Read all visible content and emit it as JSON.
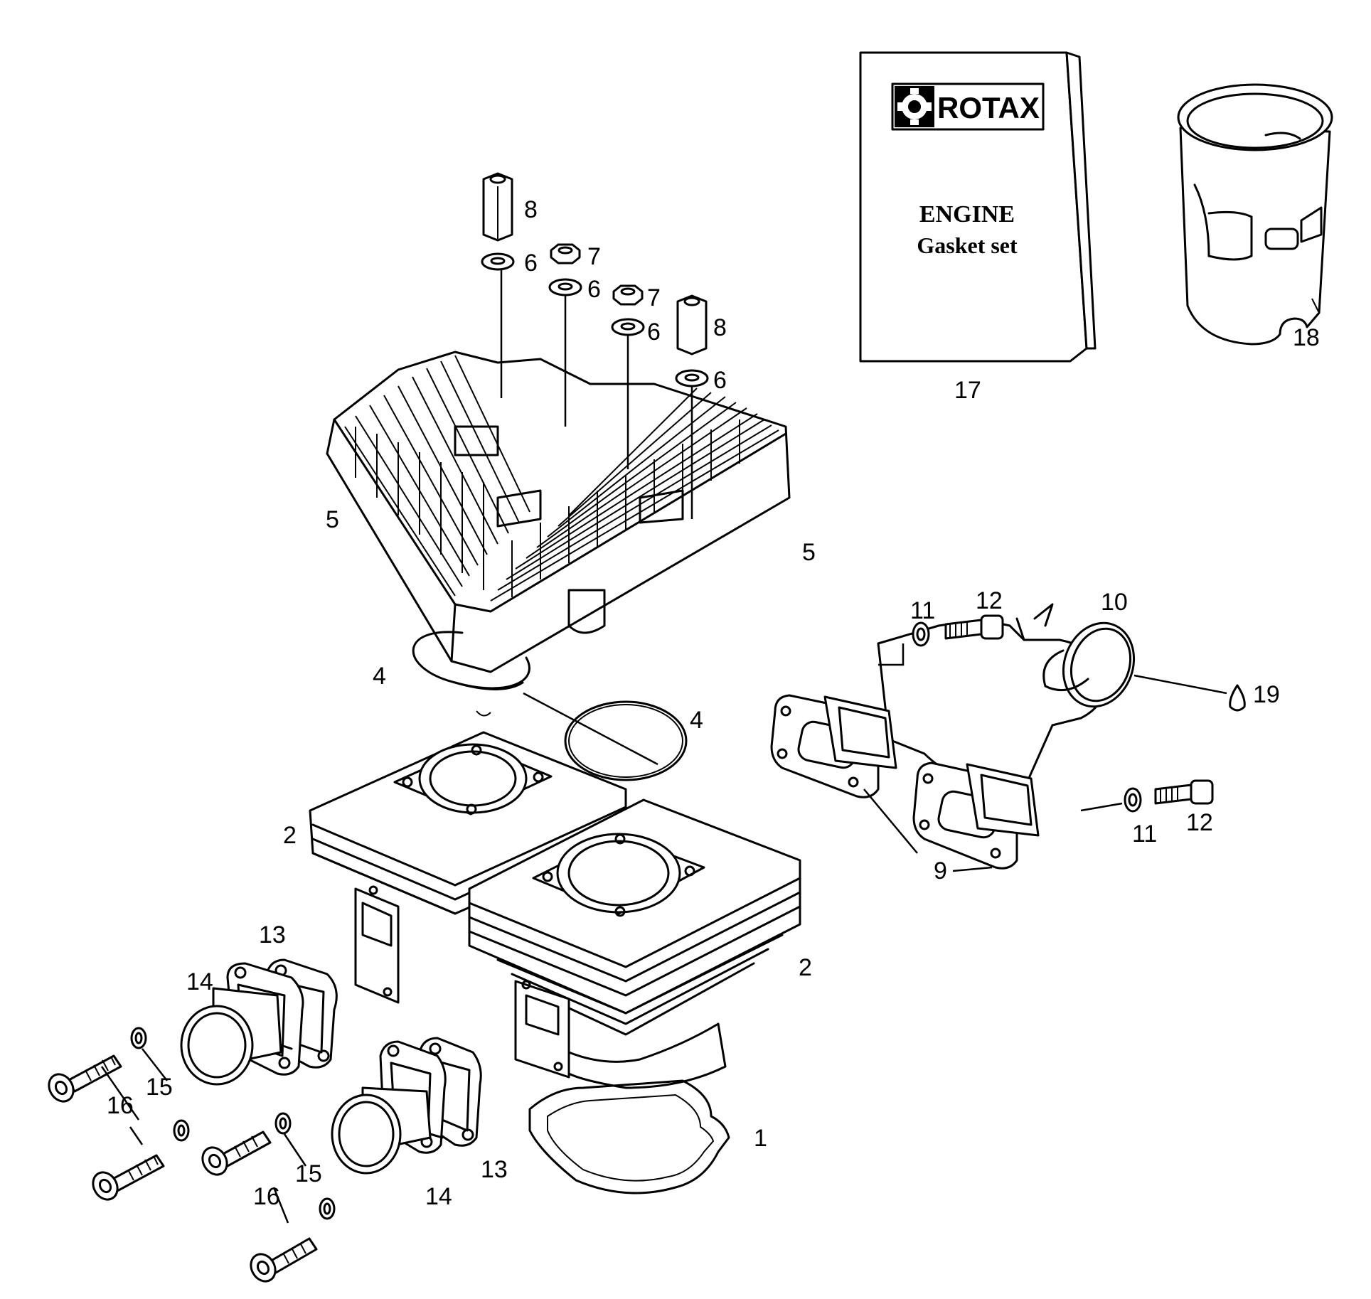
{
  "diagram": {
    "callouts": {
      "c1": "1",
      "c2a": "2",
      "c2b": "2",
      "c4a": "4",
      "c4b": "4",
      "c5a": "5",
      "c5b": "5",
      "c6a": "6",
      "c6b": "6",
      "c6c": "6",
      "c6d": "6",
      "c7a": "7",
      "c7b": "7",
      "c8a": "8",
      "c8b": "8",
      "c9": "9",
      "c10": "10",
      "c11a": "11",
      "c11b": "11",
      "c12a": "12",
      "c12b": "12",
      "c13a": "13",
      "c13b": "13",
      "c14a": "14",
      "c14b": "14",
      "c15a": "15",
      "c15b": "15",
      "c16a": "16",
      "c16b": "16",
      "c17": "17",
      "c18": "18",
      "c19": "19"
    },
    "manual": {
      "brand": "ROTAX",
      "title_line1": "ENGINE",
      "title_line2": "Gasket set"
    }
  }
}
